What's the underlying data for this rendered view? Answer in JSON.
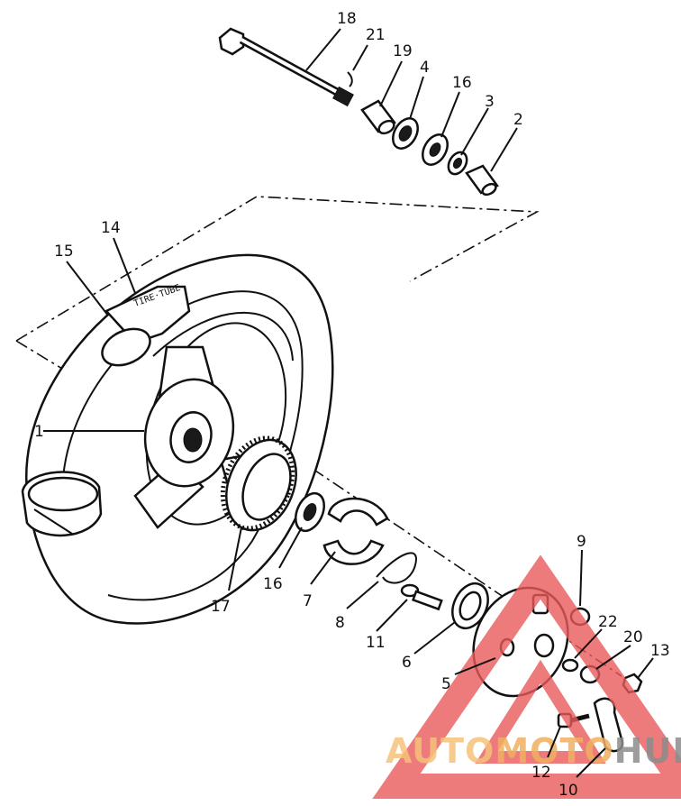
{
  "diagram": {
    "callouts": [
      {
        "id": "c18",
        "label": "18"
      },
      {
        "id": "c21",
        "label": "21"
      },
      {
        "id": "c19",
        "label": "19"
      },
      {
        "id": "c4",
        "label": "4"
      },
      {
        "id": "c16a",
        "label": "16"
      },
      {
        "id": "c3",
        "label": "3"
      },
      {
        "id": "c2",
        "label": "2"
      },
      {
        "id": "c14",
        "label": "14"
      },
      {
        "id": "c15",
        "label": "15"
      },
      {
        "id": "c1",
        "label": "1"
      },
      {
        "id": "c16b",
        "label": "16"
      },
      {
        "id": "c17",
        "label": "17"
      },
      {
        "id": "c7",
        "label": "7"
      },
      {
        "id": "c8",
        "label": "8"
      },
      {
        "id": "c11",
        "label": "11"
      },
      {
        "id": "c6",
        "label": "6"
      },
      {
        "id": "c5",
        "label": "5"
      },
      {
        "id": "c9",
        "label": "9"
      },
      {
        "id": "c22",
        "label": "22"
      },
      {
        "id": "c20",
        "label": "20"
      },
      {
        "id": "c13",
        "label": "13"
      },
      {
        "id": "c12",
        "label": "12"
      },
      {
        "id": "c10",
        "label": "10"
      }
    ]
  },
  "watermark": {
    "part1": "AUTO",
    "part2": "MOTO",
    "part3": "HUB",
    "color_auto": "#f5c27a",
    "color_moto": "#f0b060",
    "color_hub": "#8c8c8c",
    "triangle_color": "#e85a5a"
  }
}
